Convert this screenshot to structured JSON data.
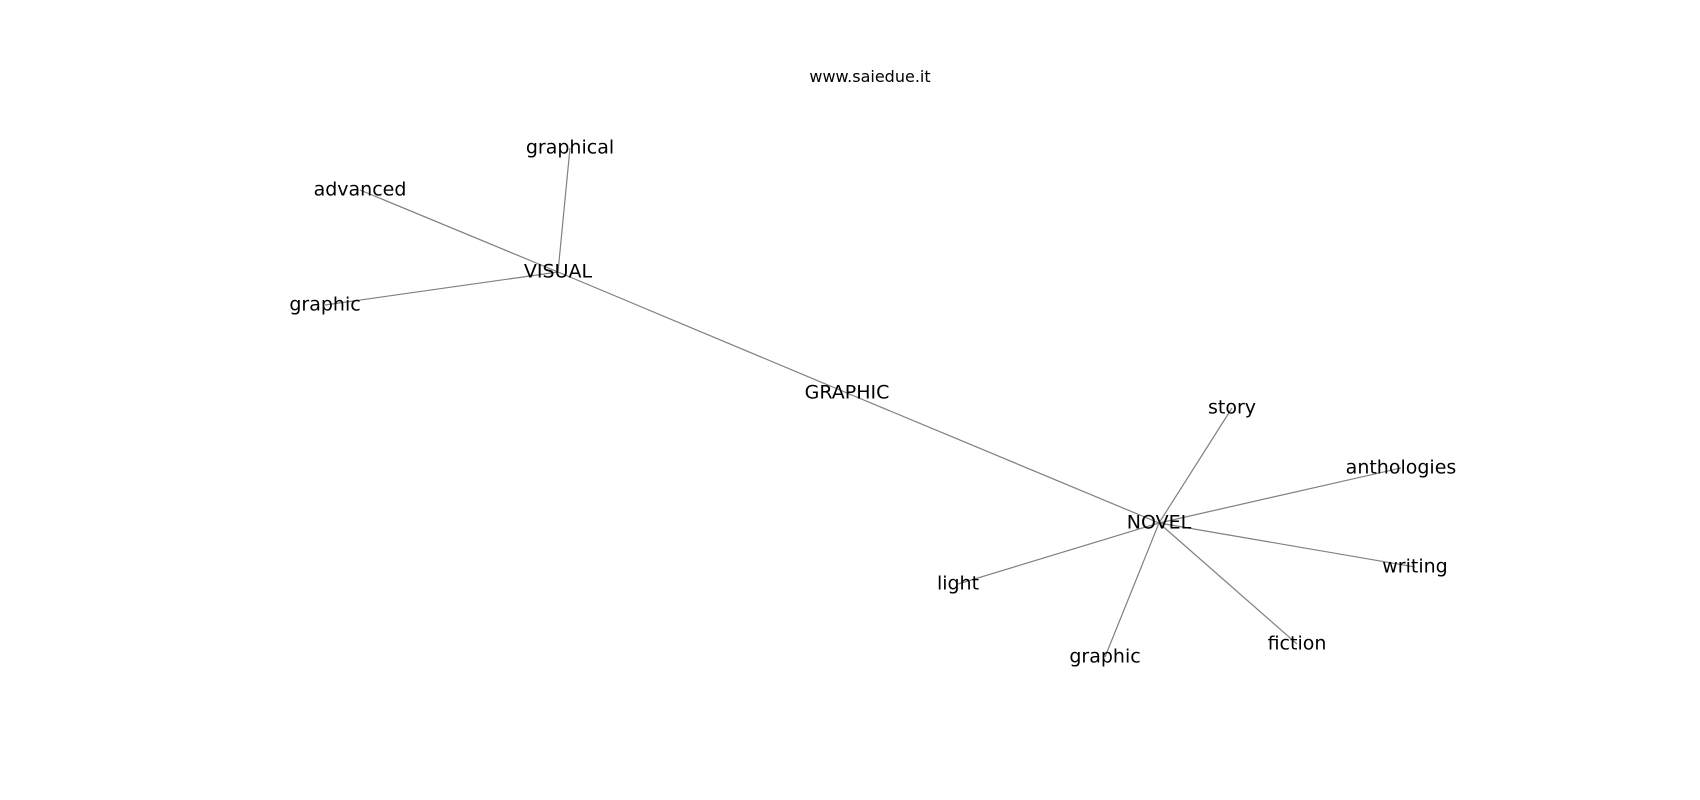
{
  "watermark": "www.saiedue.it",
  "colors": {
    "edge": "#808080",
    "text": "#000000",
    "background": "#ffffff"
  },
  "nodes": [
    {
      "id": "graphic_center",
      "label": "GRAPHIC"
    },
    {
      "id": "visual",
      "label": "VISUAL"
    },
    {
      "id": "novel",
      "label": "NOVEL"
    },
    {
      "id": "graphical",
      "label": "graphical"
    },
    {
      "id": "advanced",
      "label": "advanced"
    },
    {
      "id": "graphic_v",
      "label": "graphic"
    },
    {
      "id": "story",
      "label": "story"
    },
    {
      "id": "anthologies",
      "label": "anthologies"
    },
    {
      "id": "writing",
      "label": "writing"
    },
    {
      "id": "fiction",
      "label": "fiction"
    },
    {
      "id": "graphic_n",
      "label": "graphic"
    },
    {
      "id": "light",
      "label": "light"
    }
  ],
  "edges": [
    {
      "from": "visual",
      "to": "graphic_center"
    },
    {
      "from": "graphic_center",
      "to": "novel"
    },
    {
      "from": "visual",
      "to": "graphical"
    },
    {
      "from": "visual",
      "to": "advanced"
    },
    {
      "from": "visual",
      "to": "graphic_v"
    },
    {
      "from": "novel",
      "to": "story"
    },
    {
      "from": "novel",
      "to": "anthologies"
    },
    {
      "from": "novel",
      "to": "writing"
    },
    {
      "from": "novel",
      "to": "fiction"
    },
    {
      "from": "novel",
      "to": "graphic_n"
    },
    {
      "from": "novel",
      "to": "light"
    }
  ]
}
